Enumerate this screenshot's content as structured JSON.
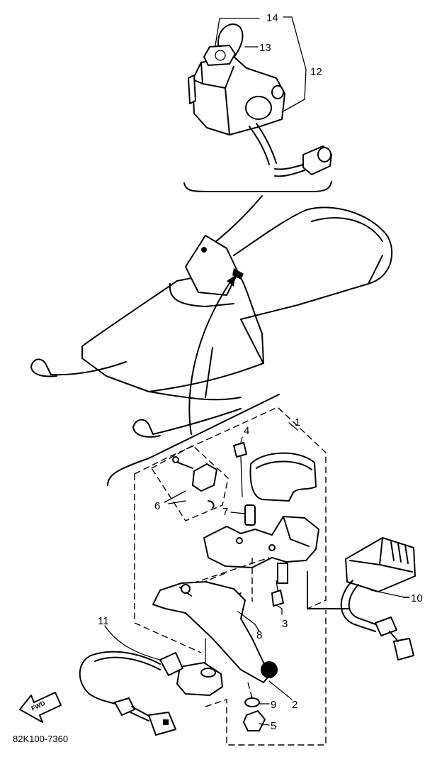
{
  "diagram_code": "82K100-7360",
  "fwd_label": "FWD",
  "callouts": [
    {
      "id": "c14",
      "text": "14"
    },
    {
      "id": "c13",
      "text": "13"
    },
    {
      "id": "c12",
      "text": "12"
    },
    {
      "id": "c1",
      "text": "1"
    },
    {
      "id": "c4",
      "text": "4"
    },
    {
      "id": "c6",
      "text": "6"
    },
    {
      "id": "c7",
      "text": "7"
    },
    {
      "id": "c10",
      "text": "10"
    },
    {
      "id": "c3",
      "text": "3"
    },
    {
      "id": "c8",
      "text": "8"
    },
    {
      "id": "c11",
      "text": "11"
    },
    {
      "id": "c2",
      "text": "2"
    },
    {
      "id": "c9",
      "text": "9"
    },
    {
      "id": "c5",
      "text": "5"
    }
  ]
}
